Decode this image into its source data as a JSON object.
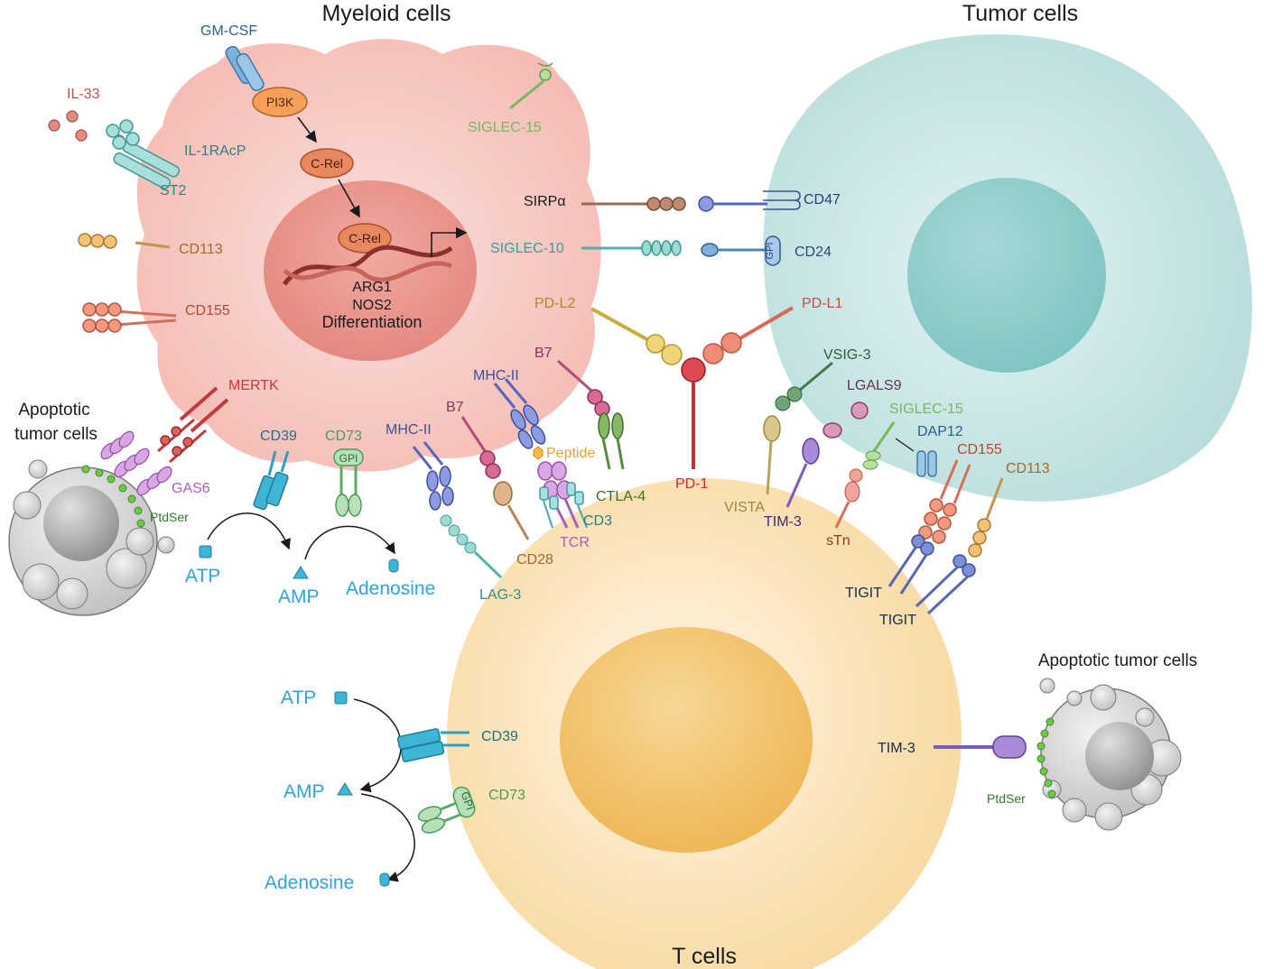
{
  "titles": {
    "myeloid": "Myeloid cells",
    "tumor": "Tumor cells",
    "tcells": "T cells",
    "apoptotic_left": [
      "Apoptotic",
      "tumor cells"
    ],
    "apoptotic_right": "Apoptotic tumor cells"
  },
  "myeloid": {
    "gmcsf": "GM-CSF",
    "pi3k": "PI3K",
    "crel_cyto": "C-Rel",
    "crel_nuc": "C-Rel",
    "il33": "IL-33",
    "il1racp": "IL-1RAcP",
    "st2": "ST2",
    "cd113": "CD113",
    "cd155": "CD155",
    "siglec15": "SIGLEC-15",
    "arg1": "ARG1",
    "nos2": "NOS2",
    "differentiation": "Differentiation",
    "mertk": "MERTK",
    "gas6": "GAS6",
    "ptdser": "PtdSer",
    "cd39": "CD39",
    "cd73": "CD73",
    "gpi": "GPI",
    "atp": "ATP",
    "amp": "AMP",
    "adenosine": "Adenosine"
  },
  "interface": {
    "sirpa": "SIRPα",
    "cd47": "CD47",
    "siglec10": "SIGLEC-10",
    "cd24": "CD24",
    "gpi": "GPI",
    "pdl2": "PD-L2",
    "pdl1": "PD-L1",
    "pd1": "PD-1",
    "b7_a": "B7",
    "b7_b": "B7",
    "mhc2_a": "MHC-II",
    "mhc2_b": "MHC-II",
    "peptide": "Peptide",
    "ctla4": "CTLA-4",
    "cd3": "CD3",
    "tcr": "TCR",
    "cd28": "CD28",
    "lag3": "LAG-3",
    "vsig3": "VSIG-3",
    "lgals9": "LGALS9",
    "siglec15": "SIGLEC-15",
    "dap12": "DAP12",
    "cd155": "CD155",
    "cd113": "CD113",
    "vista": "VISTA",
    "tim3": "TIM-3",
    "stn": "sTn",
    "tigit_a": "TIGIT",
    "tigit_b": "TIGIT"
  },
  "tcell": {
    "atp": "ATP",
    "cd39": "CD39",
    "amp": "AMP",
    "cd73": "CD73",
    "gpi": "GPI",
    "adenosine": "Adenosine",
    "tim3": "TIM-3",
    "ptdser": "PtdSer"
  },
  "colors": {
    "myeloid_cell": "#f6c3bd",
    "myeloid_nucleus": "#eb978f",
    "tumor_cell": "#c4e3e3",
    "tumor_nucleus": "#8ccbc9",
    "t_cell": "#fbe3b5",
    "t_nucleus": "#f3c46f",
    "apoptotic": "#cfcfcf",
    "ptdser": "#6fc84a",
    "adenosine_blue": "#2fa3dc"
  }
}
